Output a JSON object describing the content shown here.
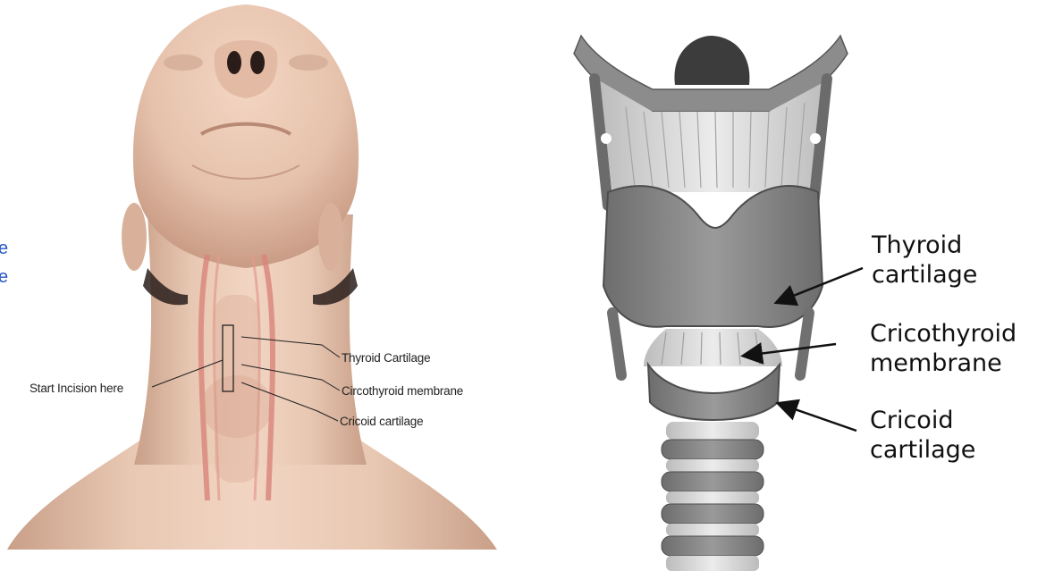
{
  "left_diagram": {
    "labels": {
      "start_incision": "Start Incision here",
      "thyroid_cartilage": "Thyroid Cartilage",
      "cricothyroid_membrane": "Circothyroid membrane",
      "cricoid_cartilage": "Cricoid cartilage"
    },
    "cropped_text": [
      "e",
      "e"
    ],
    "colors": {
      "skin": "#e9c8b4",
      "vessel": "#d9837a",
      "text_fragment": "#2a56c6"
    }
  },
  "right_diagram": {
    "labels": {
      "thyroid_line1": "Thyroid",
      "thyroid_line2": "cartilage",
      "cricothyroid_line1": "Cricothyroid",
      "cricothyroid_line2": "membrane",
      "cricoid_line1": "Cricoid",
      "cricoid_line2": "cartilage"
    },
    "colors": {
      "cartilage": "#8a8a8a",
      "membrane": "#d8d8d8"
    }
  }
}
